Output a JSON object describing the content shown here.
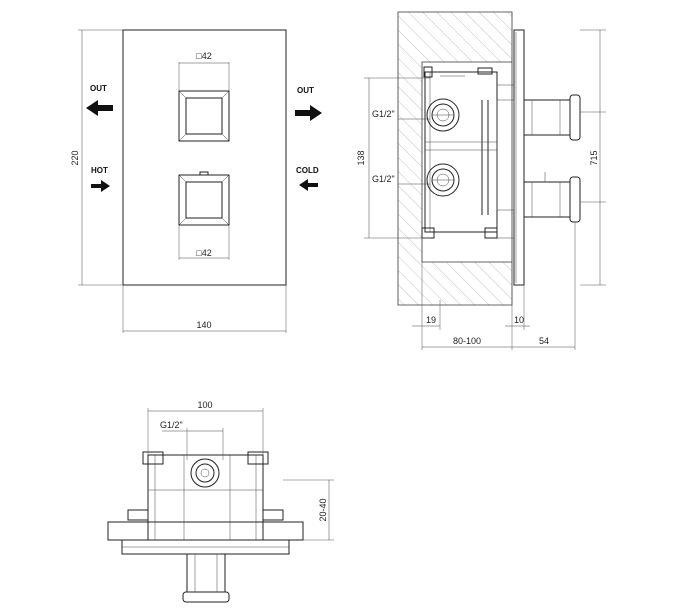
{
  "front_view": {
    "width": "140",
    "height": "220",
    "knob_top": "□42",
    "knob_bottom": "□42",
    "out_left": "OUT",
    "out_right": "OUT",
    "hot": "HOT",
    "cold": "COLD"
  },
  "side_view": {
    "pipe_top": "G1/2\"",
    "pipe_bottom": "G1/2\"",
    "dim_138": "138",
    "dim_715": "715",
    "dim_19": "19",
    "dim_10": "10",
    "dim_80_100": "80-100",
    "dim_54": "54"
  },
  "bottom_view": {
    "width": "100",
    "pipe": "G1/2\"",
    "depth": "20-40"
  },
  "colors": {
    "line": "#222222",
    "hatch": "#9a9a9a",
    "background": "#ffffff"
  }
}
